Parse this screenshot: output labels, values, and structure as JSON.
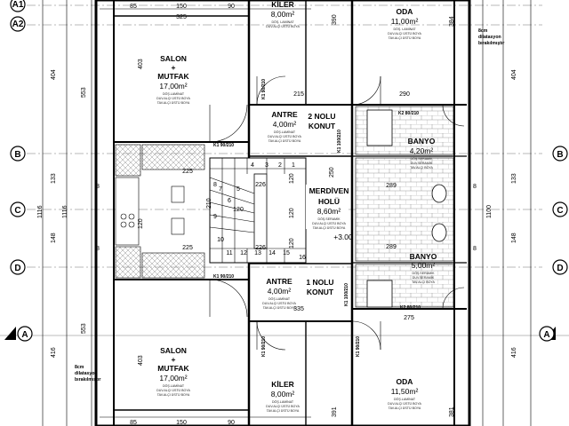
{
  "axes": {
    "a1": "A1",
    "a2": "A2",
    "b": "B",
    "c": "C",
    "d": "D",
    "section": "A"
  },
  "rooms": {
    "kiler_top": {
      "name": "KİLER",
      "area": "8,00m²",
      "floor": "DÖŞ. LAMİNAT",
      "wall": "DUV.ALÇI ÜSTÜ BOYA"
    },
    "oda_top": {
      "name": "ODA",
      "area": "11,00m²",
      "floor": "DÖŞ. LAMİNAT",
      "wall": "DUV.ALÇI ÜSTÜ BOYA",
      "ceiling": "TAV.ALÇI ÜSTÜ BOYA"
    },
    "salon_top": {
      "name": "SALON",
      "plus": "+",
      "sub": "MUTFAK",
      "area": "17,00m²",
      "floor": "DÖŞ.LAMİNAT",
      "wall": "DUV.ALÇI ÜSTÜ BOYA",
      "ceiling": "TAV.ALÇI ÜSTÜ BOYA"
    },
    "antre_top": {
      "name": "ANTRE",
      "area": "4,00m²",
      "floor": "DÖŞ.LAMİNAT",
      "wall": "DUV.ALÇI ÜSTÜ BOYA",
      "ceiling": "TAV.ALÇI ÜSTÜ BOYA"
    },
    "konut2": {
      "line1": "2 NOLU",
      "line2": "KONUT"
    },
    "banyo_top": {
      "name": "BANYO",
      "area": "4,20m²",
      "floor": "DÖŞ.SERAMİK",
      "wall": "DUV.SERAMİK",
      "ceiling": "TAV.ALÇI BOYA"
    },
    "merdiven": {
      "name": "MERDİVEN",
      "sub": "HOLÜ",
      "area": "8,60m²",
      "floor": "DÖŞ.SERAMİK",
      "wall": "DUV.ALÇI ÜSTÜ BOYA",
      "ceiling": "TAV.ALÇI ÜSTÜ BOYA",
      "level": "+3.00"
    },
    "antre_bot": {
      "name": "ANTRE",
      "area": "4,00m²",
      "floor": "DÖŞ.LAMİNAT",
      "wall": "DUV.ALÇI ÜSTÜ BOYA",
      "ceiling": "TAV.ALÇI ÜSTÜ BOYA"
    },
    "konut1": {
      "line1": "1 NOLU",
      "line2": "KONUT"
    },
    "banyo_bot": {
      "name": "BANYO",
      "area": "5,00m²",
      "floor": "DÖŞ.SERAMİK",
      "wall": "DUV.SERAMİK",
      "ceiling": "TAV.ALÇI BOYA"
    },
    "salon_bot": {
      "name": "SALON",
      "plus": "+",
      "sub": "MUTFAK",
      "area": "17,00m²",
      "floor": "DÖŞ.LAMİNAT",
      "wall": "DUV.ALÇI ÜSTÜ BOYA",
      "ceiling": "TAV.ALÇI ÜSTÜ BOYA"
    },
    "kiler_bot": {
      "name": "KİLER",
      "area": "8,00m²",
      "floor": "DÖŞ.LAMİNAT",
      "wall": "DUV.ALÇI ÜSTÜ BOYA",
      "ceiling": "TAV.ALÇI ÜSTÜ BOYA"
    },
    "oda_bot": {
      "name": "ODA",
      "area": "11,50m²",
      "floor": "DÖŞ.LAMİNAT",
      "wall": "DUV.ALÇI ÜSTÜ BOYA",
      "ceiling": "TAV.ALÇI ÜSTÜ BOYA"
    }
  },
  "doors": {
    "k1_left_top": "K1 90/210",
    "k1_90_v_top": "K1 90/210",
    "k1_100_top": "K1 100/210",
    "k2_80_top": "K2 80/210",
    "k1_left_bot": "K1 90/210",
    "k1_100_bot": "K1 100/210",
    "k2_80_bot": "K2 80/210",
    "k1_90_bot_a": "K1 90/210",
    "k1_90_bot_b": "K1 90/210"
  },
  "notes": {
    "dilatasyon_right": [
      "8cm",
      "dilatasyon",
      "bırakılmıştır"
    ],
    "dilatasyon_left": [
      "8cm",
      "dilatasyon",
      "bırakılmıştır"
    ]
  },
  "dims": {
    "top_85": "85",
    "top_150": "150",
    "top_90": "90",
    "top_325": "325",
    "v_390": "390",
    "v_384": "384",
    "left_404": "404",
    "left_553_top": "553",
    "left_403_top": "403",
    "left_133": "133",
    "left_1116a": "1116",
    "left_1116b": "1116",
    "left_148": "148",
    "left_416": "416",
    "left_553_bot": "553",
    "left_403_bot": "403",
    "right_404": "404",
    "right_133": "133",
    "right_1100": "1100",
    "right_148": "148",
    "right_416": "416",
    "h_215": "215",
    "h_290": "290",
    "h_225a": "225",
    "h_225b": "225",
    "h_226a": "226",
    "h_226b": "226",
    "h_289a": "289",
    "h_289b": "289",
    "h_335": "335",
    "h_275": "275",
    "v_8a": "8",
    "v_8b": "8",
    "v_8c": "8",
    "v_8d": "8",
    "v_120a": "120",
    "v_120b": "120",
    "v_120c": "120",
    "v_120d": "120",
    "v_120e": "120",
    "v_250": "250",
    "v_210": "210",
    "bot_85": "85",
    "bot_150": "150",
    "bot_90": "90",
    "bot_391": "391",
    "bot_381": "381"
  },
  "stairs": [
    "1",
    "2",
    "3",
    "4",
    "5",
    "6",
    "7",
    "8",
    "9",
    "10",
    "11",
    "12",
    "13",
    "14",
    "15",
    "16"
  ],
  "colors": {
    "line": "#000000",
    "grid": "#777777",
    "tile": "#9a9a9a"
  }
}
